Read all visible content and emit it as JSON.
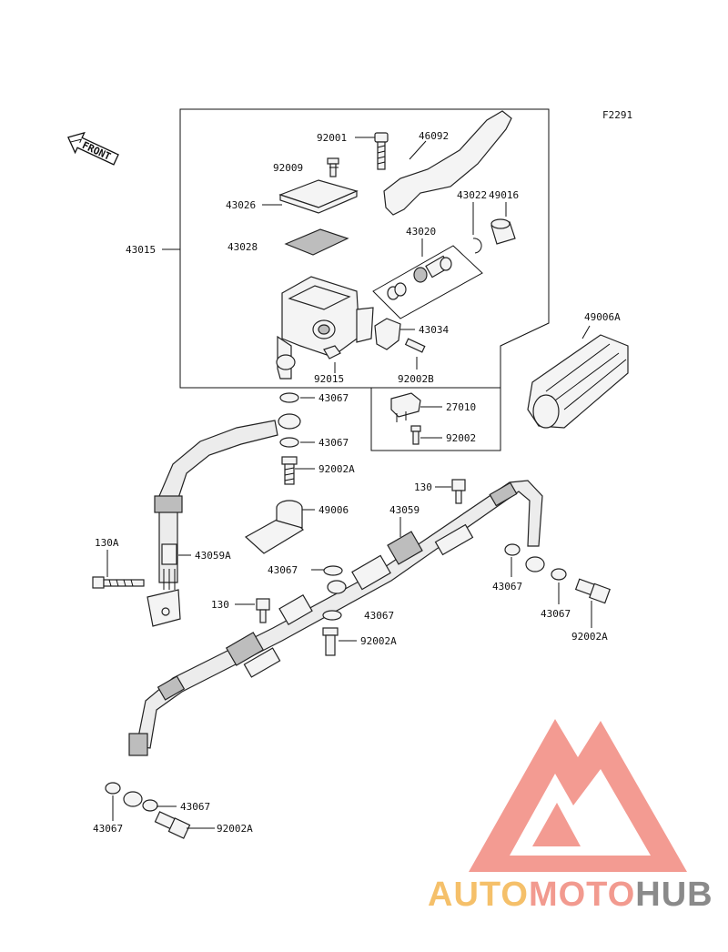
{
  "figure_code": "F2291",
  "front_label": "FRONT",
  "labels": {
    "p92001": "92001",
    "p46092": "46092",
    "p92009": "92009",
    "p43026": "43026",
    "p43022": "43022",
    "p49016": "49016",
    "p43015": "43015",
    "p43028": "43028",
    "p43020": "43020",
    "p43034": "43034",
    "p49006A": "49006A",
    "p92015": "92015",
    "p92002B": "92002B",
    "p43067_a": "43067",
    "p27010": "27010",
    "p43067_b": "43067",
    "p92002_a": "92002",
    "p92002A_a": "92002A",
    "p130_a": "130",
    "p43059": "43059",
    "p49006": "49006",
    "p130A": "130A",
    "p43059A": "43059A",
    "p43067_c": "43067",
    "p43067_d": "43067",
    "p130_b": "130",
    "p43067_e": "43067",
    "p43067_f": "43067",
    "p92002A_b": "92002A",
    "p92002A_c": "92002A",
    "p43067_g": "43067",
    "p43067_h": "43067",
    "p92002A_d": "92002A"
  },
  "watermark": {
    "part1": "AUTO",
    "part2": "MOTO",
    "part3": "HUB",
    "colors": {
      "auto": "#f5c06a",
      "moto": "#f29a8f",
      "hub": "#8a8a8a",
      "logo": "#f28a80"
    }
  }
}
